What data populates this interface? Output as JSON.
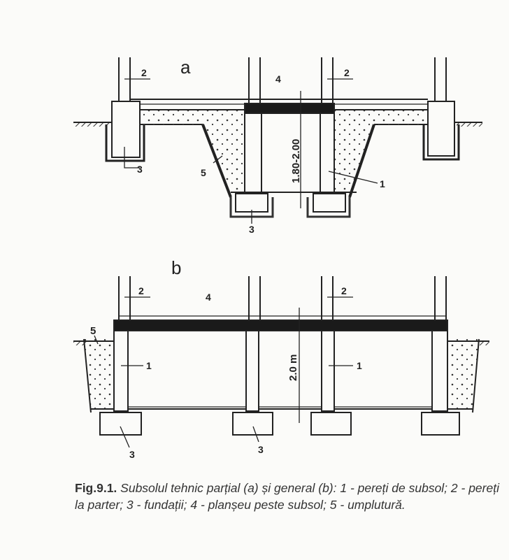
{
  "figure_a": {
    "panel_label": "a",
    "labels": {
      "walls_ground": "2",
      "floor_slab": "4",
      "foundation_left": "3",
      "foundation_center": "3",
      "fill": "5",
      "basement_wall": "1",
      "walls_ground_2": "2"
    },
    "dimension": "1.80-2.00"
  },
  "figure_b": {
    "panel_label": "b",
    "labels": {
      "walls_ground": "2",
      "floor_slab": "4",
      "fill": "5",
      "basement_wall": "1",
      "basement_wall_2": "1",
      "foundation_left": "3",
      "foundation_center": "3",
      "walls_ground_2": "2"
    },
    "dimension": "2.0 m"
  },
  "caption": {
    "figure_number": "Fig.9.1.",
    "text": "Subsolul  tehnic parțial  (a) și general (b): 1 - pereți de subsol; 2 - pereți la parter; 3 - fundații; 4 - planșeu peste subsol; 5 - umplutură."
  }
}
